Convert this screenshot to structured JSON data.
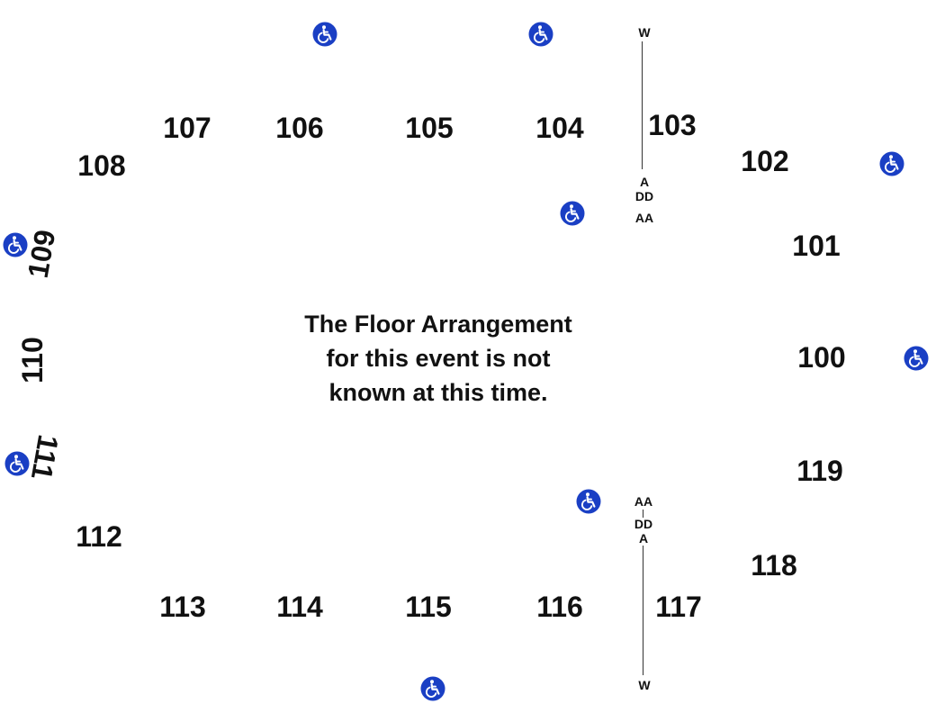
{
  "notice": {
    "lines": [
      "The Floor Arrangement",
      "for this event is not",
      "known at this time."
    ]
  },
  "sections": {
    "s100": "100",
    "s101": "101",
    "s102": "102",
    "s103": "103",
    "s104": "104",
    "s105": "105",
    "s106": "106",
    "s107": "107",
    "s108": "108",
    "s109": "109",
    "s110": "110",
    "s111": "111",
    "s112": "112",
    "s113": "113",
    "s114": "114",
    "s115": "115",
    "s116": "116",
    "s117": "117",
    "s118": "118",
    "s119": "119"
  },
  "row_markers": {
    "top": {
      "w": "W",
      "a": "A",
      "dd": "DD",
      "aa": "AA"
    },
    "bottom": {
      "aa": "AA",
      "dd": "DD",
      "a": "A",
      "w": "W"
    }
  },
  "icons": {
    "accessible": "wheelchair-accessible-icon",
    "accessible_color": "#1a3fc4"
  },
  "colors": {
    "text": "#111111",
    "background": "#ffffff"
  }
}
